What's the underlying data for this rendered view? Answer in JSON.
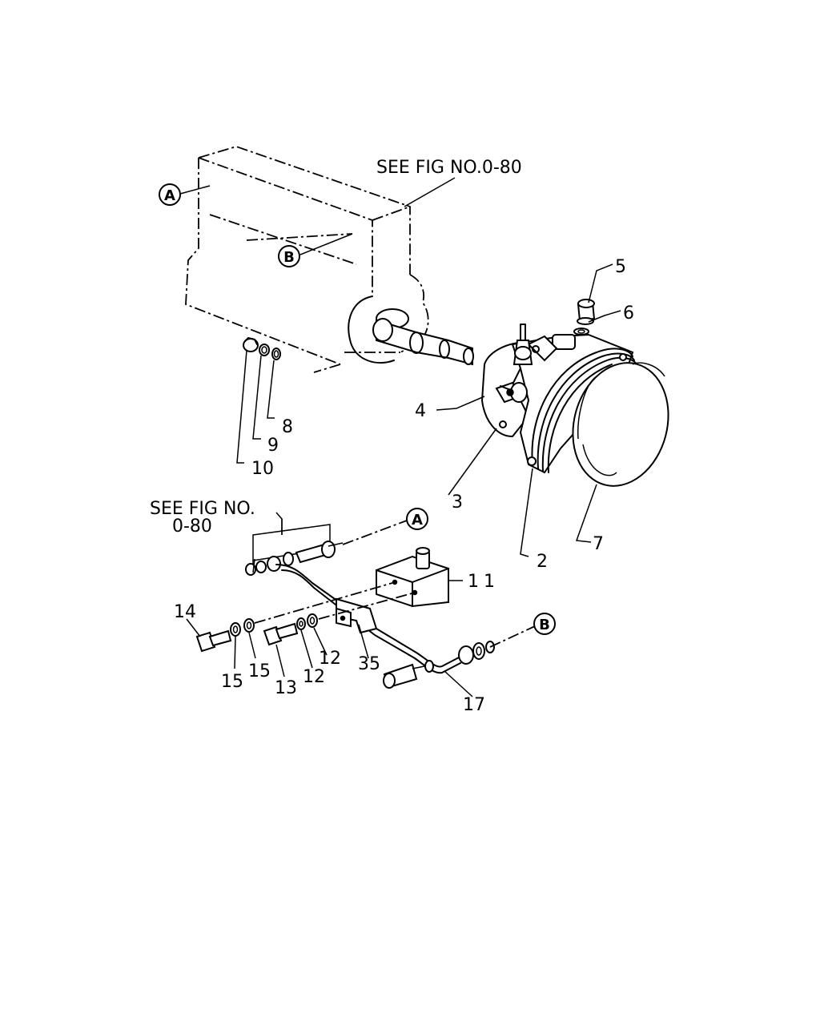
{
  "notes": {
    "top_reference": "SEE FIG NO.0-80",
    "bottom_reference_line1": "SEE FIG NO.",
    "bottom_reference_line2": "0-80"
  },
  "reference_markers": {
    "A": "A",
    "B": "B"
  },
  "part_numbers": {
    "p2": "2",
    "p3": "3",
    "p4": "4",
    "p5": "5",
    "p6": "6",
    "p7": "7",
    "p8": "8",
    "p9": "9",
    "p10": "10",
    "p11": "11",
    "p12a": "12",
    "p12b": "12",
    "p13": "13",
    "p14": "14",
    "p15a": "15",
    "p15b": "15",
    "p17": "17",
    "p35": "35"
  }
}
